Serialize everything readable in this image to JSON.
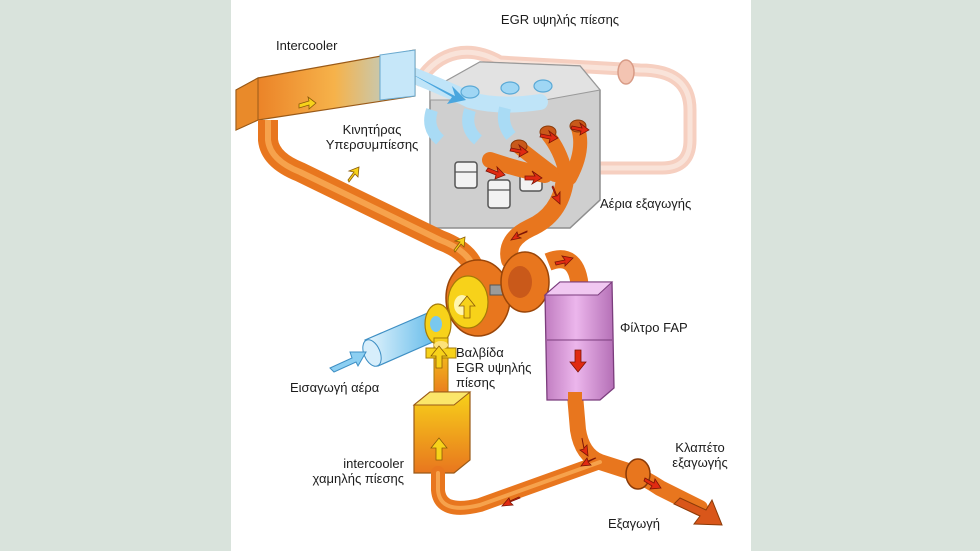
{
  "labels": {
    "egr_high": "EGR υψηλής πίεσης",
    "intercooler": "Intercooler",
    "engine_l1": "Κινητήρας",
    "engine_l2": "Υπερσυμπίεσης",
    "exhaust_gases": "Αέρια εξαγωγής",
    "fap": "Φίλτρο FAP",
    "valve_l1": "Βαλβίδα",
    "valve_l2": "EGR υψηλής",
    "valve_l3": "πίεσης",
    "air_intake": "Εισαγωγή αέρα",
    "lp_ic_l1": "intercooler",
    "lp_ic_l2": "χαμηλής πίεσης",
    "flap_l1": "Κλαπέτο",
    "flap_l2": "εξαγωγής",
    "exhaust": "Εξαγωγή"
  },
  "colors": {
    "background": "#d9e3dc",
    "panel": "#ffffff",
    "pipe_orange": "#e8761e",
    "pipe_dark": "#b4500c",
    "egr_pipe": "#f6cfc0",
    "intake_blue": "#7ecbf0",
    "yellow": "#f7d21a",
    "fap_purple": "#d99ad8",
    "engine_gray": "#c9c9c9",
    "arrow_red": "#e02a12"
  }
}
